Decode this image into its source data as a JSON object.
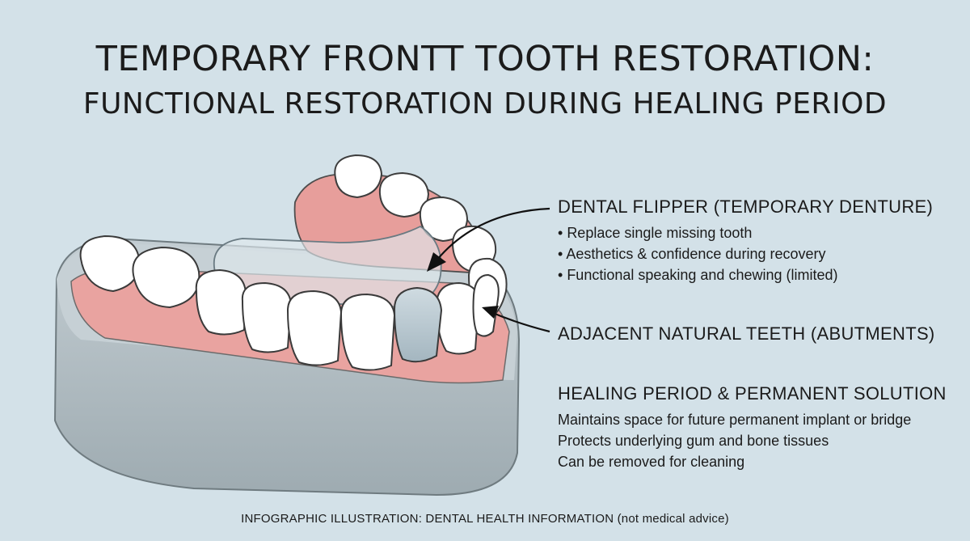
{
  "title": {
    "line1": "TEMPORARY FRONTT TOOTH RESTORATION:",
    "line2": "FUNCTIONAL RESTORATION DURING HEALING PERIOD"
  },
  "callouts": {
    "flipper": {
      "heading": "DENTAL FLIPPER (TEMPORARY DENTURE)",
      "points": [
        "Replace single missing tooth",
        "Aesthetics & confidence during recovery",
        "Functional speaking and chewing (limited)"
      ]
    },
    "abutments": {
      "heading": "ADJACENT NATURAL TEETH (ABUTMENTS)"
    },
    "healing": {
      "heading": "HEALING PERIOD & PERMANENT SOLUTION",
      "points": [
        "Maintains space for future permanent implant or bridge",
        "Protects underlying gum and bone tissues",
        "Can be removed for cleaning"
      ]
    }
  },
  "footer": "INFOGRAPHIC ILLUSTRATION: DENTAL HEALTH INFORMATION (not medical advice)",
  "colors": {
    "background": "#d3e1e8",
    "gum": "#e9a3a0",
    "base": "#b6c2c7",
    "tooth": "#ffffff",
    "flipper_tooth": "#b9c9d2"
  }
}
